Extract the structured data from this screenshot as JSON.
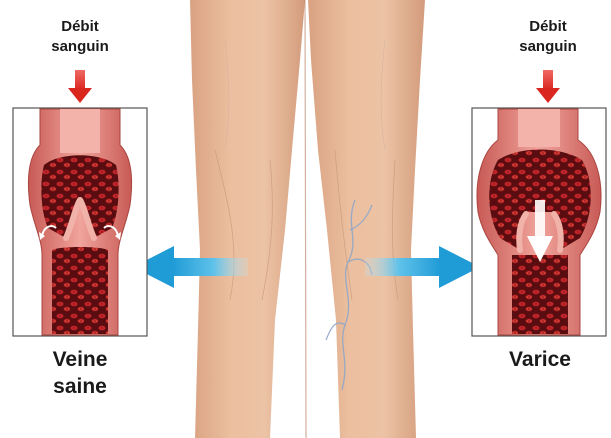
{
  "left_panel": {
    "flow_label_line1": "Débit",
    "flow_label_line2": "sanguin",
    "caption_line1": "Veine",
    "caption_line2": "saine"
  },
  "right_panel": {
    "flow_label_line1": "Débit",
    "flow_label_line2": "sanguin",
    "caption": "Varice"
  },
  "colors": {
    "flow_arrow": "#e8362f",
    "pointer_arrow": "#2aa8df",
    "vein_wall": "#d9706a",
    "vein_lumen": "#5a0d10",
    "blood_cell": "#c9272c",
    "skin": "#e7b899"
  }
}
